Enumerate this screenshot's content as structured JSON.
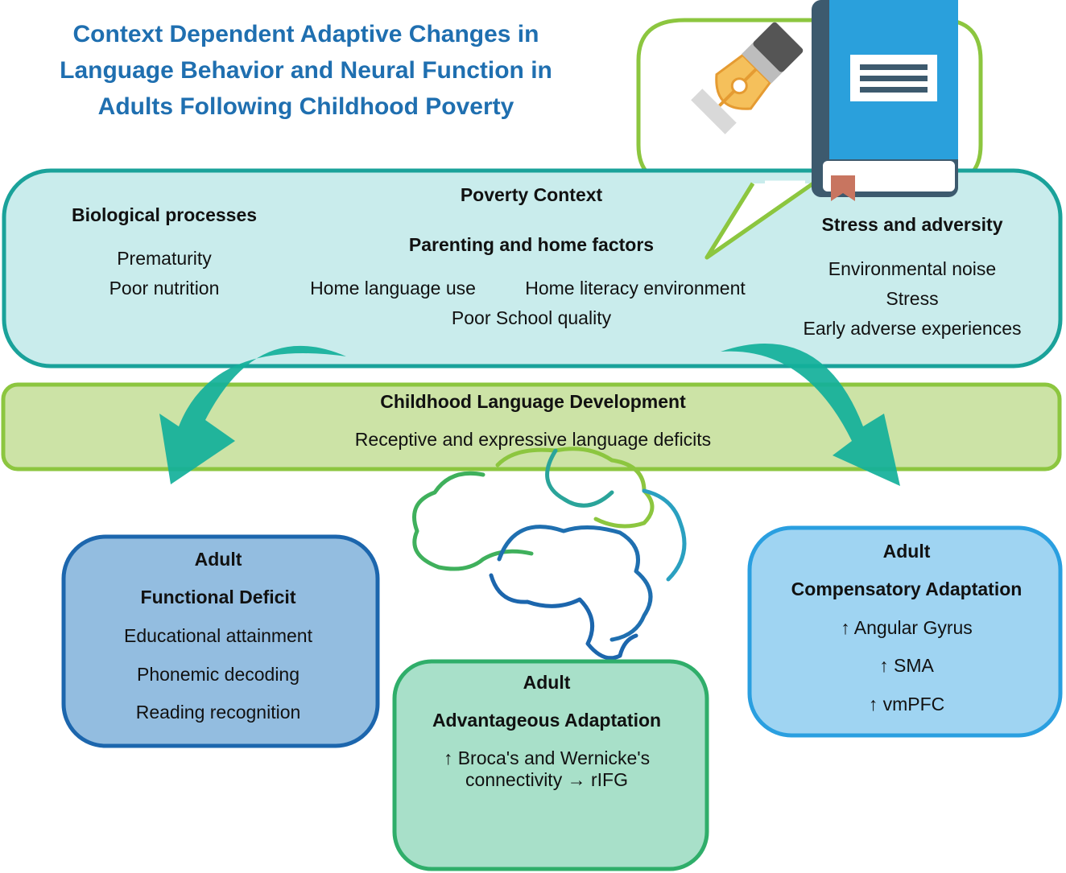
{
  "title": {
    "line1": "Context Dependent Adaptive Changes in",
    "line2": "Language Behavior and Neural Function in",
    "line3": "Adults Following Childhood Poverty"
  },
  "poverty": {
    "heading": "Poverty Context",
    "biological": {
      "heading": "Biological processes",
      "items": [
        "Prematurity",
        "Poor nutrition"
      ]
    },
    "parenting": {
      "heading": "Parenting and home factors",
      "items": [
        "Home language use",
        "Home literacy environment",
        "Poor School quality"
      ]
    },
    "stress": {
      "heading": "Stress and adversity",
      "items": [
        "Environmental noise",
        "Stress",
        "Early adverse experiences"
      ]
    }
  },
  "childhood": {
    "heading": "Childhood Language Development",
    "text": "Receptive and expressive language deficits"
  },
  "deficit": {
    "line1": "Adult",
    "line2": "Functional Deficit",
    "items": [
      "Educational attainment",
      "Phonemic decoding",
      "Reading recognition"
    ]
  },
  "advantageous": {
    "line1": "Adult",
    "line2": "Advantageous Adaptation",
    "item_line1": "↑ Broca's and Wernicke's",
    "item_line2": "connectivity → rIFG"
  },
  "compensatory": {
    "line1": "Adult",
    "line2": "Compensatory Adaptation",
    "items": [
      "↑ Angular Gyrus",
      "↑ SMA",
      "↑ vmPFC"
    ]
  },
  "colors": {
    "title": "#1f6fb0",
    "poverty_fill": "#c9ecec",
    "poverty_stroke": "#1aa29a",
    "childhood_fill": "#cce3a6",
    "childhood_stroke": "#8cc63f",
    "deficit_fill": "#93bde0",
    "deficit_stroke": "#1c66ad",
    "advantageous_fill": "#a8e0c9",
    "advantageous_stroke": "#2fae6a",
    "compensatory_fill": "#9fd4f2",
    "compensatory_stroke": "#2a9fe0",
    "arrow": "#12b09a"
  },
  "icons": [
    "speech-bubble-icon",
    "fountain-pen-icon",
    "book-icon",
    "brain-icon",
    "curved-arrow-icon"
  ]
}
